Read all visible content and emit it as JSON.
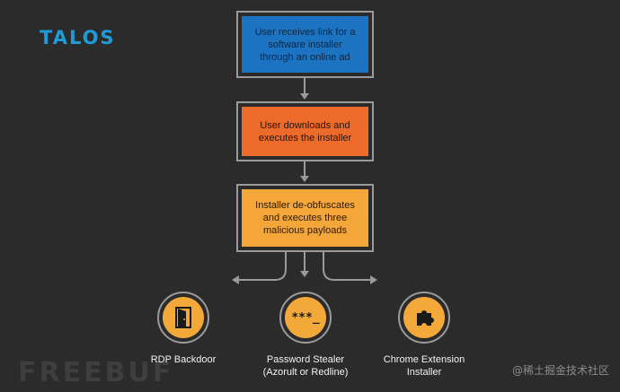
{
  "logo": {
    "text": "TALOS"
  },
  "steps": [
    {
      "lines": [
        "User receives link for a",
        "software installer",
        "through an online ad"
      ],
      "color": "#1b73c2"
    },
    {
      "lines": [
        "User downloads and",
        "executes the installer"
      ],
      "color": "#ec6b2a"
    },
    {
      "lines": [
        "Installer de-obfuscates",
        "and executes three",
        "malicious payloads"
      ],
      "color": "#f5a639"
    }
  ],
  "payloads": [
    {
      "lines": [
        "RDP Backdoor"
      ],
      "icon": "door-icon"
    },
    {
      "lines": [
        "Password Stealer",
        "(Azorult or Redline)"
      ],
      "icon": "password-icon",
      "icon_text": "***_"
    },
    {
      "lines": [
        "Chrome Extension",
        "Installer"
      ],
      "icon": "puzzle-piece-icon"
    }
  ],
  "colors": {
    "background": "#2b2b2b",
    "connector": "#9a9a9a",
    "payload_circle": "#f3a93a",
    "logo": "#1f9bd7"
  },
  "watermark": {
    "left": "FREEBUF",
    "right": "@稀土掘金技术社区"
  }
}
